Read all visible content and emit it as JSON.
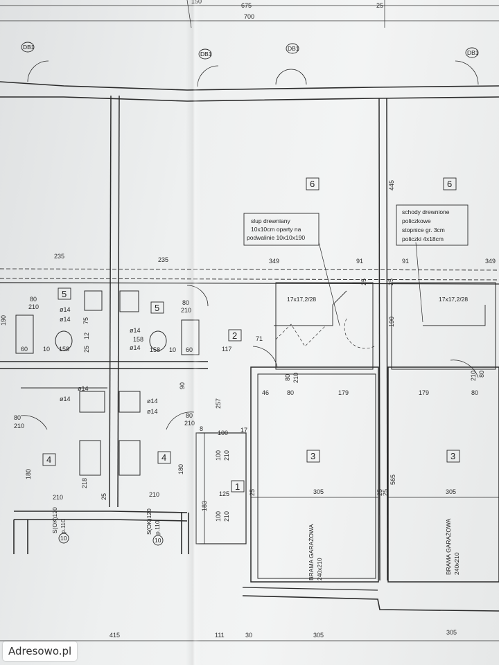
{
  "top_dims": {
    "a": "675",
    "b": "25",
    "c": "700",
    "d": "150"
  },
  "door_tags": [
    "DB1",
    "DB1",
    "DB1",
    "DB1"
  ],
  "rooms": {
    "r6a": "6",
    "r6b": "6",
    "r5a": "5",
    "r5b": "5",
    "r2": "2",
    "r4a": "4",
    "r4b": "4",
    "r3a": "3",
    "r3b": "3",
    "r1": "1"
  },
  "notes": {
    "post": [
      "slup drewniany",
      "10x10cm oparty na",
      "podwalinie 10x10x190"
    ],
    "stairs": [
      "schody drewnione",
      "policzkowe",
      "stopnice gr. 3cm",
      "policzki 4x18cm"
    ]
  },
  "stair_labels": [
    "17x17,2/28",
    "17x17,2/28"
  ],
  "mid_dims": [
    "235",
    "235",
    "349",
    "91",
    "91",
    "349",
    "445",
    "25",
    "25"
  ],
  "bath_dims": [
    "80",
    "210",
    "80",
    "210",
    "ø14",
    "ø14",
    "75",
    "ø14",
    "158",
    "ø14",
    "158",
    "12",
    "25",
    "10",
    "60",
    "158",
    "60",
    "10",
    "190",
    "117",
    "71",
    "190"
  ],
  "kitchen_dims": [
    "ø14",
    "ø14",
    "ø14",
    "ø14",
    "90",
    "80",
    "210",
    "80",
    "210",
    "257",
    "180",
    "180",
    "218",
    "210",
    "210",
    "25",
    "25"
  ],
  "garage_dims": [
    "80",
    "210",
    "46",
    "80",
    "179",
    "179",
    "80",
    "210",
    "80",
    "565",
    "305",
    "305",
    "25",
    "25"
  ],
  "hall_dims": [
    "100",
    "100",
    "210",
    "17",
    "125",
    "183",
    "100",
    "210",
    "8"
  ],
  "window_labels": [
    "S(OK)120",
    "p.110",
    "S(OK)120",
    "p.110"
  ],
  "window_circles": [
    "10",
    "10"
  ],
  "gate_labels": [
    "BRAMA GARAŻOWA",
    "240x210",
    "BRAMA GARAŻOWA",
    "240x210"
  ],
  "bottom_dims": [
    "415",
    "111",
    "30",
    "305",
    "305"
  ],
  "watermark": "Adresowo.pl"
}
